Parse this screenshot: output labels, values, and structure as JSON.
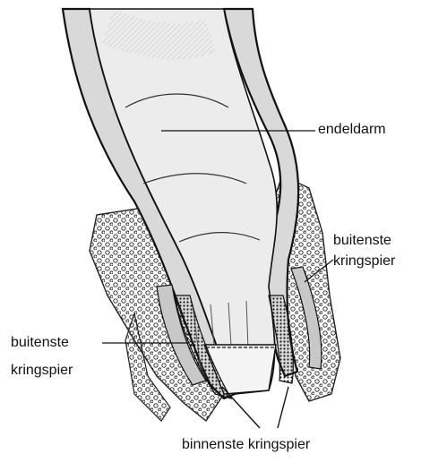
{
  "diagram": {
    "labels": {
      "rectum": "endeldarm",
      "outer_sphincter_right_line1": "buitenste",
      "outer_sphincter_right_line2": "kringspier",
      "outer_sphincter_left_line1": "buitenste",
      "outer_sphincter_left_line2": "kringspier",
      "inner_sphincter": "binnenste kringspier"
    },
    "colors": {
      "ink": "#111111",
      "tissue": "#ececec",
      "background": "#ffffff"
    }
  }
}
